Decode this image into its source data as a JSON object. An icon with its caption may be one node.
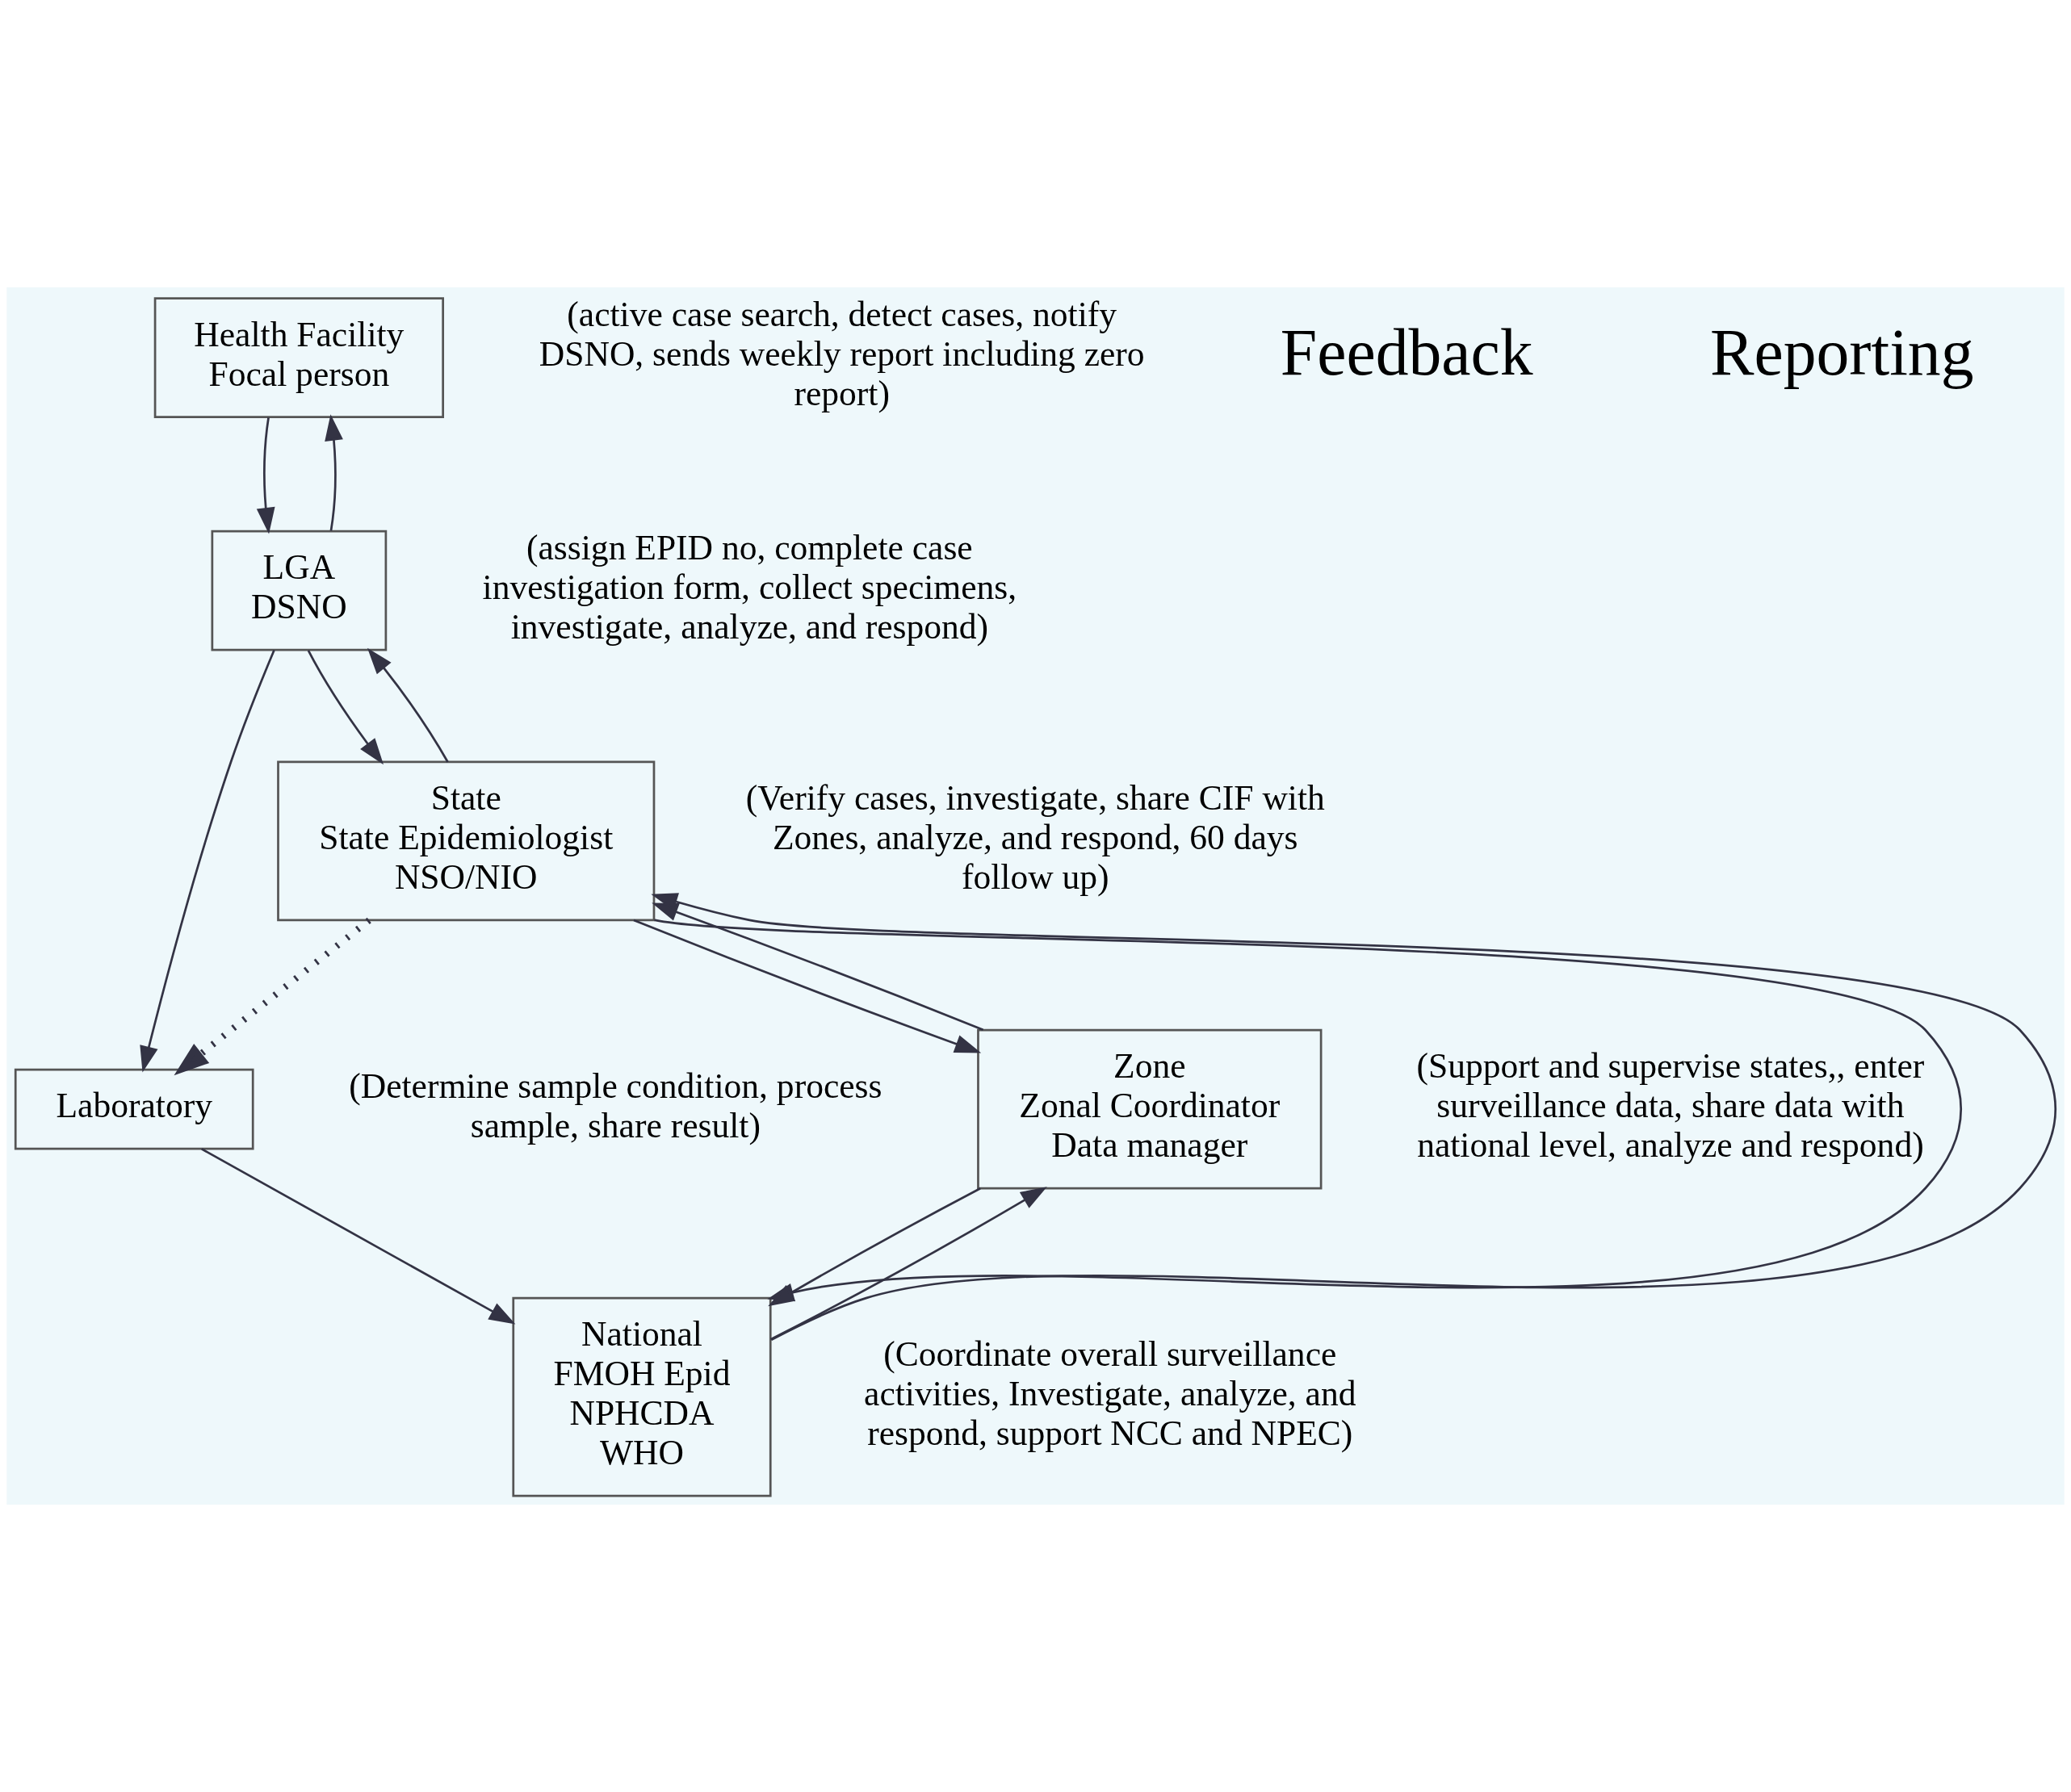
{
  "diagram": {
    "nodes": [
      {
        "text": [
          "Health Facility",
          "Focal person"
        ],
        "beside": [
          "(active case search, detect cases, notify DSNO, sends weekly report including zero report)"
        ]
      },
      {
        "text": [
          "LGA",
          "DSNO"
        ],
        "beside": [
          "(assign EPID no, complete case investigation form, collect specimens, investigate, analyze, and respond)"
        ]
      },
      {
        "text": [
          "State",
          "State Epidemiologist",
          "NSO/NIO"
        ],
        "beside": [
          "(Verify cases, investigate, share CIF with Zones, analyze, and respond, 60 days follow up)"
        ]
      },
      {
        "text": [
          "Laboratory"
        ],
        "beside": [
          "(Determine sample condition, process sample, share result)"
        ]
      },
      {
        "text": [
          "Zone",
          "Zonal Coordinator",
          "Data manager"
        ],
        "beside": [
          "(Support and supervise states,, enter surveillance data, share data with national level, analyze and respond)"
        ]
      },
      {
        "text": [
          "National",
          "FMOH Epid",
          "NPHCDA",
          "WHO"
        ],
        "beside": [
          "(Coordinate overall surveillance activities, Investigate, analyze, and respond, support NCC and NPEC)"
        ]
      }
    ],
    "edges": [
      {
        "from": 1,
        "to": 0,
        "arrow": "to"
      },
      {
        "from": 0,
        "to": 1,
        "arrow": "to"
      },
      {
        "from": 2,
        "to": 1,
        "arrow": "to"
      },
      {
        "from": 1,
        "to": 2,
        "arrow": "to"
      },
      {
        "from": 1,
        "to": 3,
        "arrow": "to"
      },
      {
        "from": 2,
        "to": 3,
        "arrow": "to",
        "style": "dashed"
      },
      {
        "from": 4,
        "to": 2,
        "arrow": "to"
      },
      {
        "from": 2,
        "to": 4,
        "arrow": "to"
      },
      {
        "from": 5,
        "to": 4,
        "arrow": "to"
      },
      {
        "from": 4,
        "to": 5,
        "arrow": "to"
      },
      {
        "from": 2,
        "to": 5,
        "arrow": "to"
      },
      {
        "from": 3,
        "to": 5,
        "arrow": "to"
      },
      {
        "from": 5,
        "to": 2,
        "arrow": "to"
      }
    ],
    "labels": [
      "Feedback",
      "Reporting"
    ]
  }
}
